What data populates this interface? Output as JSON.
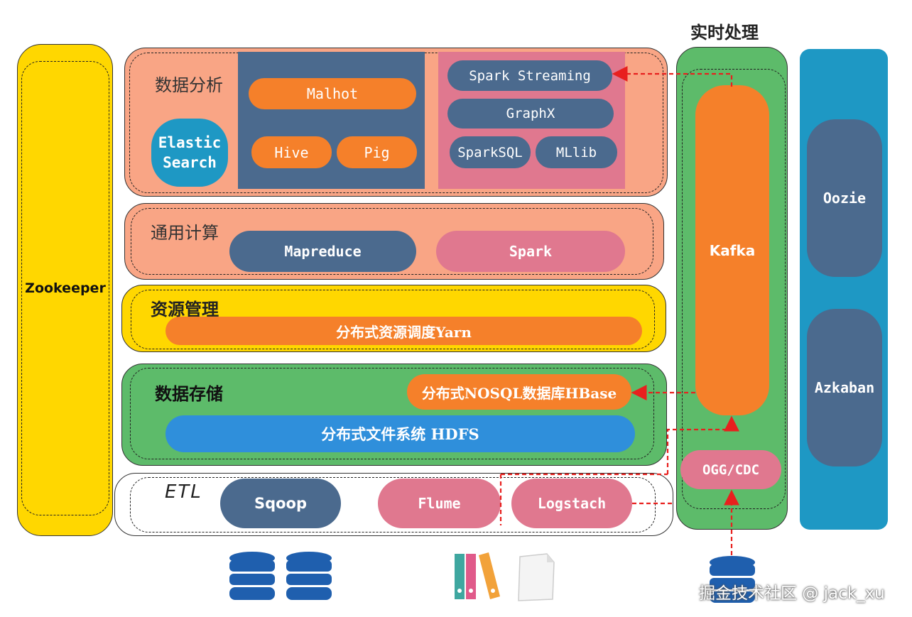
{
  "left_column": {
    "zookeeper": "Zookeeper"
  },
  "layers": {
    "data_analysis": {
      "title": "数据分析",
      "elastic_search": [
        "Elastic",
        "Search"
      ],
      "malhot": "Malhot",
      "hive": "Hive",
      "pig": "Pig",
      "spark_streaming": "Spark Streaming",
      "graphx": "GraphX",
      "sparksql": "SparkSQL",
      "mllib": "MLlib"
    },
    "general_compute": {
      "title": "通用计算",
      "mapreduce": "Mapreduce",
      "spark": "Spark"
    },
    "resource_mgmt": {
      "title": "资源管理",
      "yarn": "分布式资源调度Yarn"
    },
    "data_storage": {
      "title": "数据存储",
      "hbase": "分布式NOSQL数据库HBase",
      "hdfs": "分布式文件系统 HDFS"
    },
    "etl": {
      "title": "ETL",
      "sqoop": "Sqoop",
      "flume": "Flume",
      "logstach": "Logstach"
    }
  },
  "realtime": {
    "title": "实时处理",
    "kafka": "Kafka",
    "ogg": "OGG/CDC"
  },
  "scheduler": {
    "oozie": "Oozie",
    "azkaban": "Azkaban"
  },
  "watermark": "掘金技术社区 @ jack_xu",
  "colors": {
    "yellow": "#FFD700",
    "salmon": "#F9A585",
    "slate": "#4B6A8E",
    "orange": "#F5802A",
    "pink": "#E0788F",
    "green": "#5DBB6A",
    "blue": "#2F8FDB",
    "cyan": "#1E98C4",
    "arrow": "#E8201E"
  },
  "icons": [
    "database-icon",
    "database-icon",
    "binders-icon",
    "document-icon",
    "database-icon"
  ]
}
